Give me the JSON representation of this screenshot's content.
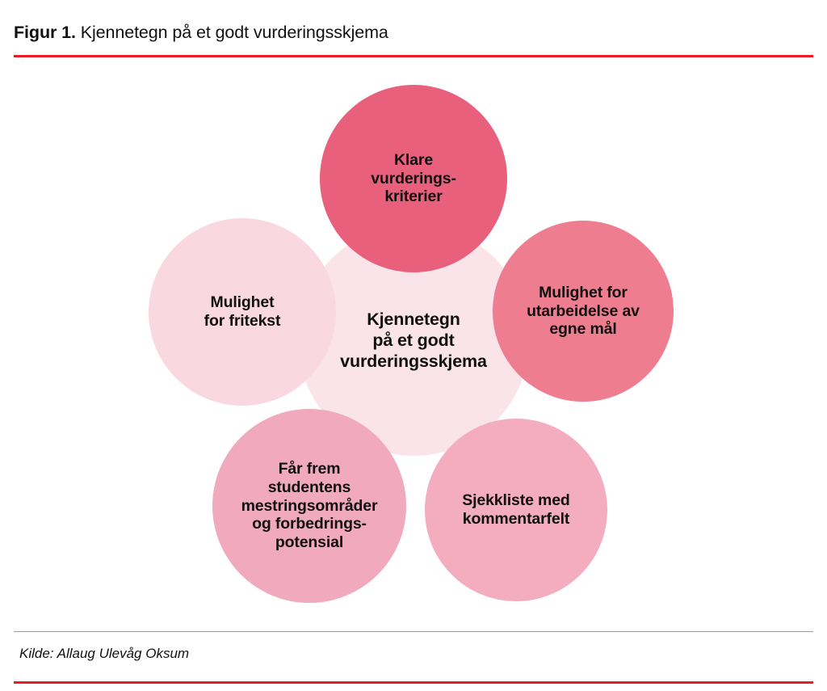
{
  "header": {
    "figure_label": "Figur 1.",
    "figure_title": " Kjennetegn på et godt vurderingsskjema",
    "rule_color": "#ED1C24"
  },
  "footer": {
    "source": "Kilde: Allaug Ulevåg Oksum",
    "divider_color": "#9a9a9a",
    "rule_color": "#ED1C24"
  },
  "chart_data": {
    "type": "diagram",
    "subtype": "petal-cluster",
    "title": "Kjennetegn på et godt vurderingsskjema",
    "center": {
      "label": "Kjennetegn\npå et godt\nvurderingsskjema",
      "color": "#FBE3EA"
    },
    "nodes": [
      {
        "id": "klare-vurderingskriterier",
        "position": "top",
        "label": "Klare\nvurderings-\nkriterier",
        "color": "#E8607B"
      },
      {
        "id": "utarbeidelse-egne-maal",
        "position": "right",
        "label": "Mulighet for\nutarbeidelse av\negne mål",
        "color": "#EE7D90"
      },
      {
        "id": "sjekkliste-kommentarfelt",
        "position": "bottom-right",
        "label": "Sjekkliste med\nkommentarfelt",
        "color": "#F3ADBF"
      },
      {
        "id": "mestringsomraader-forbedringspotensial",
        "position": "bottom-left",
        "label": "Får frem\nstudentens\nmestringsområder\nog forbedrings-\npotensial",
        "color": "#F1A9BE"
      },
      {
        "id": "mulighet-fritekst",
        "position": "left",
        "label": "Mulighet\nfor fritekst",
        "color": "#F9D8E2"
      }
    ]
  }
}
